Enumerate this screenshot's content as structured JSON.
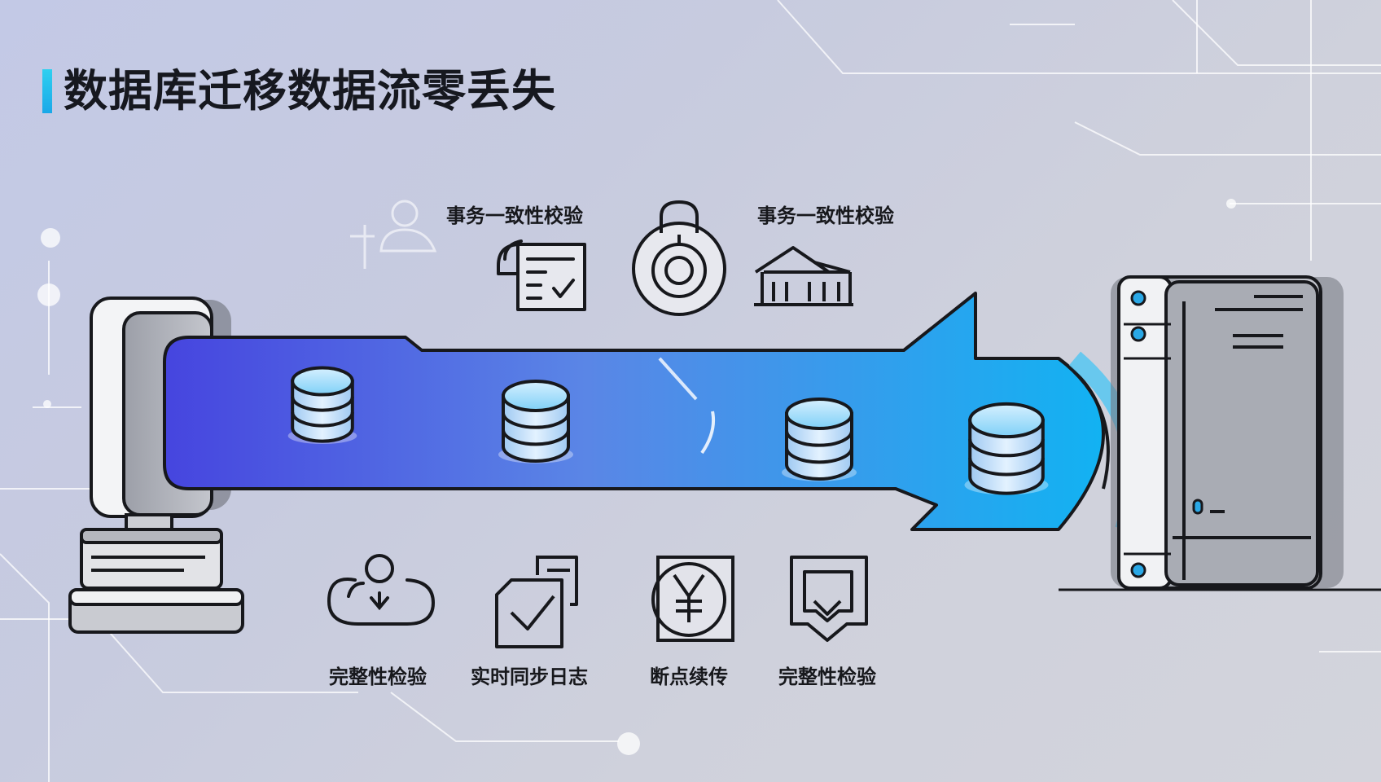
{
  "title": "数据库迁移数据流零丢失",
  "top_features": [
    {
      "label": "事务一致性校验",
      "icon": "document-check-icon"
    },
    {
      "label": "",
      "icon": "lock-icon"
    },
    {
      "label": "事务一致性校验",
      "icon": "building-icon"
    }
  ],
  "bottom_features": [
    {
      "label": "完整性检验",
      "icon": "cloud-user-icon"
    },
    {
      "label": "实时同步日志",
      "icon": "checkbox-document-icon"
    },
    {
      "label": "断点续传",
      "icon": "yen-circle-icon"
    },
    {
      "label": "完整性检验",
      "icon": "shield-arrow-icon"
    }
  ],
  "pipeline": {
    "source": "source-database-server",
    "target": "target-database-server",
    "packet_count": 4
  },
  "colors": {
    "flow_start": "#4a48e0",
    "flow_mid": "#5b8ee8",
    "flow_end": "#14b0f0",
    "accent": "#1fb8ee",
    "ink": "#16181f"
  }
}
